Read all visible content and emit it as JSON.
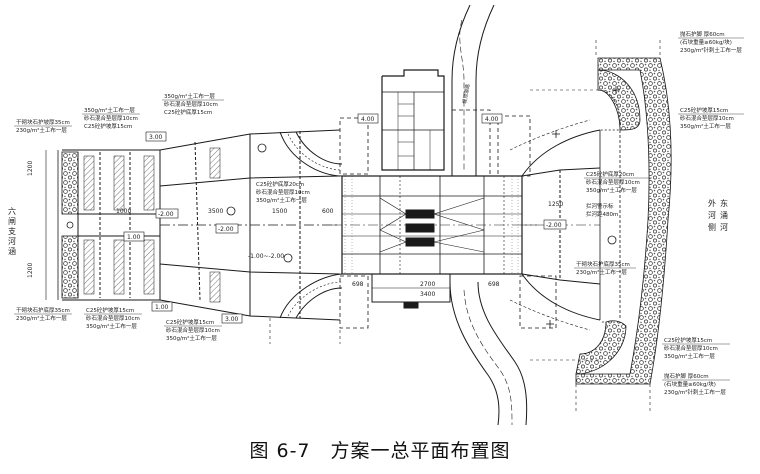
{
  "caption": "图 6-7　方案一总平面布置图",
  "colors": {
    "line": "#1a1a1a",
    "hatch": "#444444",
    "paper": "#ffffff"
  },
  "left_labels": {
    "river_name": [
      "六",
      "闸",
      "支",
      "河",
      "涵"
    ],
    "dim_top": "1200",
    "dim_bottom": "1200"
  },
  "dimensions": {
    "left_1000": "1000",
    "left_3500": "3500",
    "mid_1500": "1500",
    "mid_600": "600",
    "bot_698_left": "698",
    "bot_2700": "2700",
    "bot_698_right": "698",
    "bot_3400": "3400",
    "right_1250": "1250"
  },
  "elevations": {
    "el_1": "3.00",
    "el_2": "1.00",
    "el_3": "-2.00",
    "el_4": "-2.00",
    "el_5": "-1.00~-2.00",
    "el_6": "4.00",
    "el_7": "4.00",
    "el_8": "1.00",
    "el_9": "3.00",
    "el_10": "-2.00"
  },
  "notes": {
    "tl_1": "干砌块石护坡厚35cm",
    "tl_2": "230g/m²土工布一层",
    "tl_3": "C25砼护坡厚15cm",
    "tl_4": "砂石混合垫层厚10cm",
    "tl_5": "350g/m²土工布一层",
    "tc_1": "350g/m²土工布一层",
    "tc_2": "砂石混合垫层厚10cm",
    "tc_3": "C25砼护底厚15cm",
    "mid_1": "C25砼护底厚20cm",
    "mid_2": "砂石混合垫层厚10cm",
    "mid_3": "350g/m²土工布一层",
    "bl_1": "干砌块石护底厚35cm",
    "bl_2": "230g/m²土工布一层",
    "bl_3": "C25砼护坡厚15cm",
    "bl_4": "砂石混合垫层厚10cm",
    "bl_5": "350g/m²土工布一层",
    "bc_1": "C25砼护坡厚15cm",
    "bc_2": "砂石混合垫层厚10cm",
    "bc_3": "350g/m²土工布一层",
    "tr_1": "抛石护脚 厚60cm",
    "tr_2": "(石块重量≥60kg/块)",
    "tr_3": "230g/m²针刺土工布一层",
    "tr_4": "C25砼护坡厚15cm",
    "tr_5": "砂石混合垫层厚10cm",
    "tr_6": "350g/m²土工布一层",
    "rm_1": "C25砼护底厚20cm",
    "rm_2": "砂石混合垫层厚10cm",
    "rm_3": "350g/m²土工布一层",
    "rm_4": "拦河警示标",
    "rm_5": "拦河距480m",
    "rl_1": "干砌块石护底厚35cm",
    "rl_2": "230g/m²土工布一层",
    "br_1": "C25砼护坡厚15cm",
    "br_2": "砂石混合垫层厚10cm",
    "br_3": "350g/m²土工布一层",
    "br_4": "抛石护脚 厚60cm",
    "br_5": "(石块重量≥60kg/块)",
    "br_6": "230g/m²针刺土工布一层"
  },
  "right_labels": {
    "col1": [
      "外",
      "河",
      "侧"
    ],
    "col2": [
      "东",
      "涌",
      "河"
    ]
  },
  "road_label": "堤顶道路"
}
